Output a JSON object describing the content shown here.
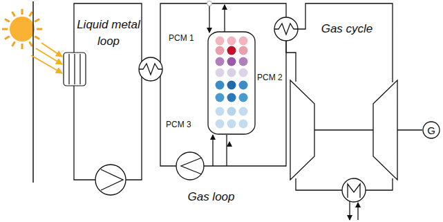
{
  "diagram": {
    "nodes": [
      {
        "text": [
          "PCM 1",
          "PCM 2",
          "PCM 3"
        ]
      },
      {
        "text": [
          "G"
        ]
      }
    ],
    "labels": [
      "Liquid metal loop",
      "Gas cycle",
      "Gas loop"
    ]
  }
}
